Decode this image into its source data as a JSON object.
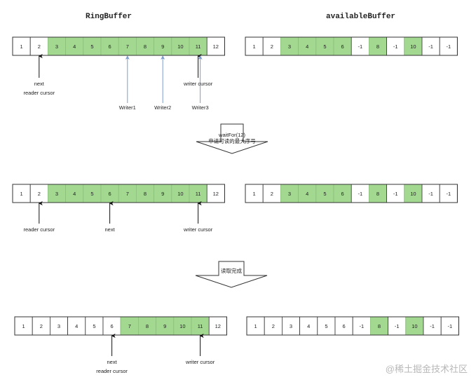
{
  "titles": {
    "ring": "RingBuffer",
    "available": "availableBuffer"
  },
  "colors": {
    "filled": "#a3d891",
    "empty": "#ffffff",
    "border": "#333333",
    "writer_arrow": "#7d9ccc"
  },
  "states": [
    {
      "ring": {
        "cells": [
          "1",
          "2",
          "3",
          "4",
          "5",
          "6",
          "7",
          "8",
          "9",
          "10",
          "11",
          "12"
        ],
        "filled": [
          false,
          false,
          true,
          true,
          true,
          true,
          true,
          true,
          true,
          true,
          true,
          false
        ]
      },
      "available": {
        "cells": [
          "1",
          "2",
          "3",
          "4",
          "5",
          "6",
          "-1",
          "8",
          "-1",
          "10",
          "-1",
          "-1"
        ],
        "filled": [
          false,
          false,
          true,
          true,
          true,
          true,
          false,
          true,
          false,
          true,
          false,
          false
        ]
      },
      "pointers": [
        {
          "cell": 1,
          "labels": [
            "next",
            "reader cursor"
          ]
        },
        {
          "cell": 10,
          "labels": [
            "writer cursor"
          ]
        }
      ],
      "writers": [
        {
          "cell": 6,
          "label": "Writer1"
        },
        {
          "cell": 8,
          "label": "Writer2"
        },
        {
          "cell": 10,
          "label": "Writer3"
        }
      ]
    },
    {
      "ring": {
        "cells": [
          "1",
          "2",
          "3",
          "4",
          "5",
          "6",
          "7",
          "8",
          "9",
          "10",
          "11",
          "12"
        ],
        "filled": [
          false,
          false,
          true,
          true,
          true,
          true,
          true,
          true,
          true,
          true,
          true,
          false
        ]
      },
      "available": {
        "cells": [
          "1",
          "2",
          "3",
          "4",
          "5",
          "6",
          "-1",
          "8",
          "-1",
          "10",
          "-1",
          "-1"
        ],
        "filled": [
          false,
          false,
          true,
          true,
          true,
          true,
          false,
          true,
          false,
          true,
          false,
          false
        ]
      },
      "pointers": [
        {
          "cell": 1,
          "labels": [
            "reader cursor"
          ]
        },
        {
          "cell": 5,
          "labels": [
            "next"
          ]
        },
        {
          "cell": 10,
          "labels": [
            "writer cursor"
          ]
        }
      ],
      "writers": []
    },
    {
      "ring": {
        "cells": [
          "1",
          "2",
          "3",
          "4",
          "5",
          "6",
          "7",
          "8",
          "9",
          "10",
          "11",
          "12"
        ],
        "filled": [
          false,
          false,
          false,
          false,
          false,
          false,
          true,
          true,
          true,
          true,
          true,
          false
        ]
      },
      "available": {
        "cells": [
          "1",
          "2",
          "3",
          "4",
          "5",
          "6",
          "-1",
          "8",
          "-1",
          "10",
          "-1",
          "-1"
        ],
        "filled": [
          false,
          false,
          false,
          false,
          false,
          false,
          false,
          true,
          false,
          true,
          false,
          false
        ]
      },
      "pointers": [
        {
          "cell": 5,
          "labels": [
            "next",
            "reader cursor"
          ]
        },
        {
          "cell": 10,
          "labels": [
            "writer cursor"
          ]
        }
      ],
      "writers": []
    }
  ],
  "transitions": [
    {
      "lines": [
        "waitFor(12)",
        "申请可读的最大序号"
      ]
    },
    {
      "lines": [
        "读取完成"
      ]
    }
  ],
  "watermark": "@稀土掘金技术社区"
}
